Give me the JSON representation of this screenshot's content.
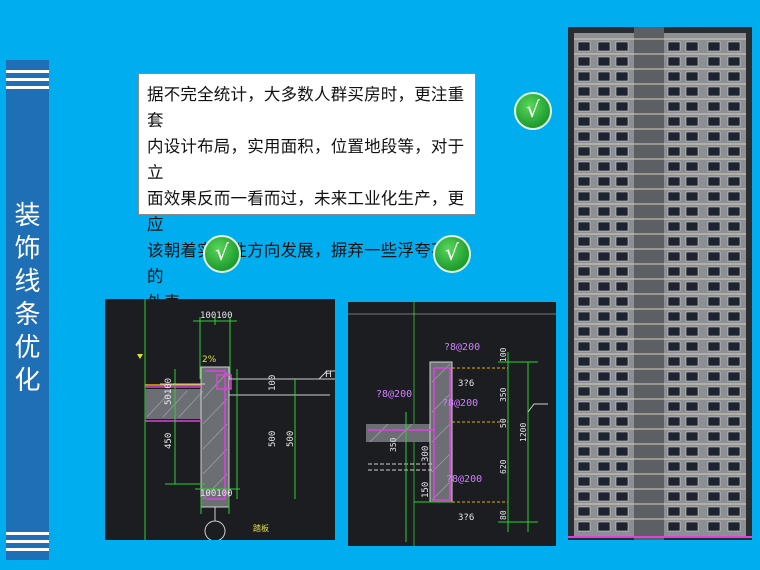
{
  "slide": {
    "background_color": "#00aeef",
    "sidebar_color": "#1e6fb5",
    "section_title": "装饰线条优化"
  },
  "note": {
    "lines": [
      "据不完全统计，大多数人群买房时，更注重套",
      "内设计布局，实用面积，位置地段等，对于立",
      "面效果反而一看而过，未来工业化生产，更应",
      "该朝着实用性方向发展，摒弃一些浮夸不实的",
      "外表。"
    ]
  },
  "checkmarks": [
    "√",
    "√",
    "√"
  ],
  "cad_left": {
    "dim_top": "100100",
    "slope": "2%",
    "dim_left_upper": "50100",
    "dim_left_lower": "450",
    "dim_right_100": "100",
    "dim_right_500a": "500",
    "dim_right_500b": "500",
    "dim_bottom": "100100",
    "level_mark": "H",
    "bottom_note": "踏板"
  },
  "cad_right": {
    "rebar_1": "?8@200",
    "rebar_2": "?8@200",
    "rebar_3": "?8@200",
    "rebar_4": "?8@200",
    "bar_top": "3?6",
    "bar_bottom": "3?6",
    "dim_100": "100",
    "dim_350": "350",
    "dim_50": "50",
    "dim_1200": "1200",
    "dim_620": "620",
    "dim_80": "80",
    "dim_350b": "350",
    "dim_300": "300",
    "dim_150": "150"
  }
}
